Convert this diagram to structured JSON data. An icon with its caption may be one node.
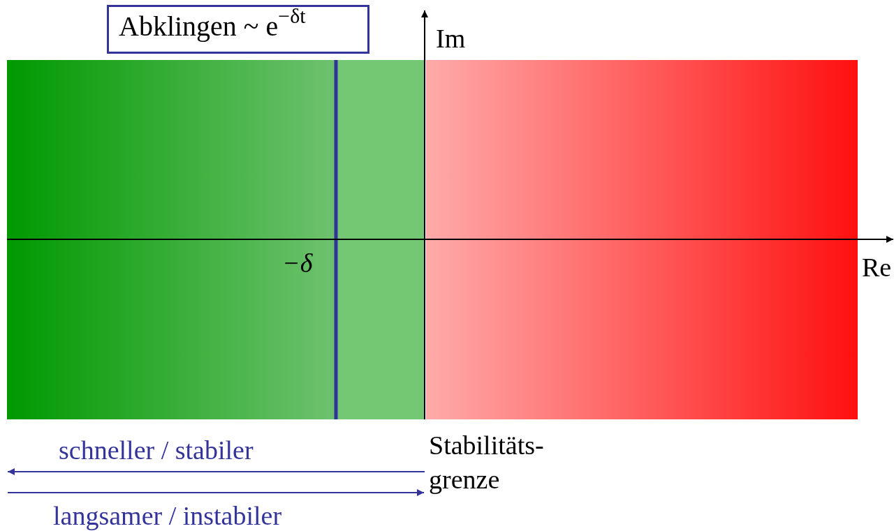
{
  "diagram": {
    "nodes": [
      {
        "text": [
          "Abklingen ~ e$^{−δt}$"
        ]
      }
    ],
    "edges": [],
    "labels": [
      "Im",
      "−δ",
      "Re",
      "schneller / stabiler",
      "Stabilitäts- grenze",
      "langsamer / instabiler"
    ]
  }
}
